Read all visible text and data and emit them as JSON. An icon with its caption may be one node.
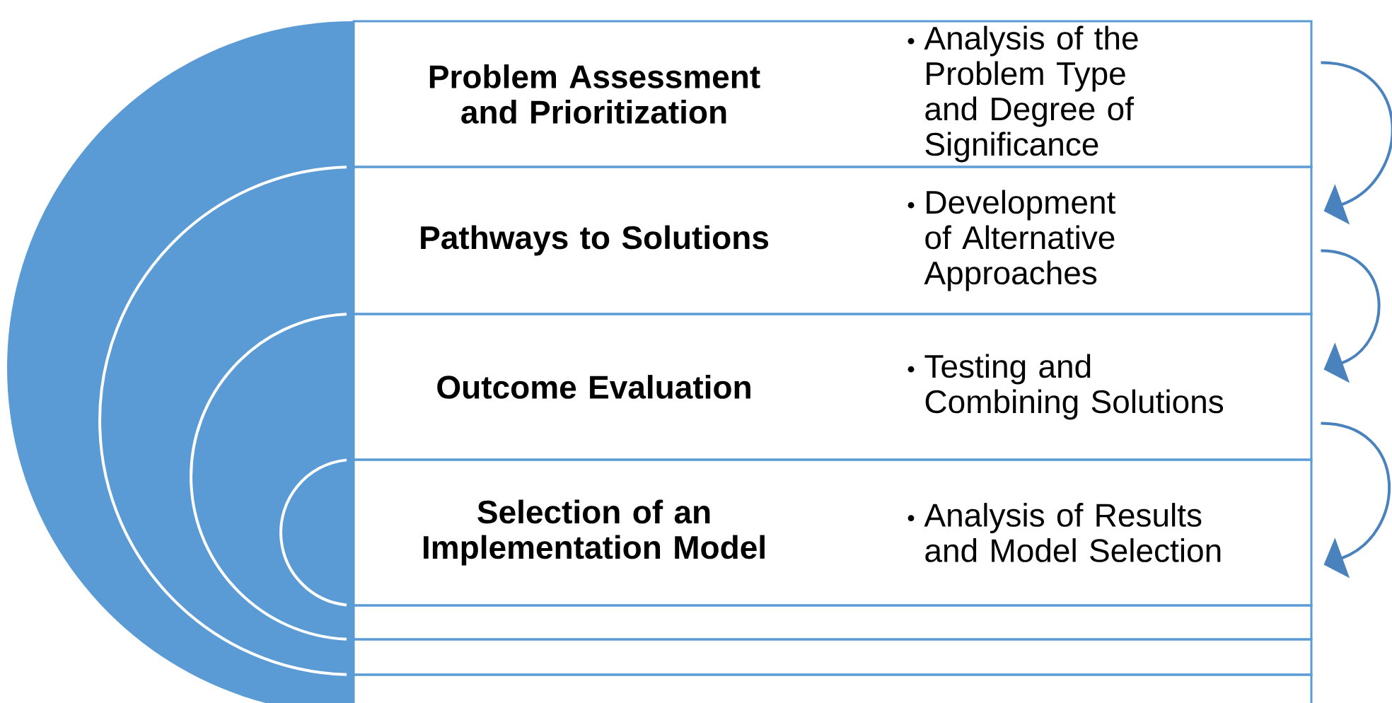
{
  "diagram": {
    "nodes": [
      {
        "text": [
          "Problem Assessment and Prioritization",
          "Analysis of the Problem Type and Degree of Significance"
        ]
      },
      {
        "text": [
          "Pathways to Solutions",
          "Development of Alternative Approaches"
        ]
      },
      {
        "text": [
          "Outcome Evaluation",
          "Testing and Combining Solutions"
        ]
      },
      {
        "text": [
          "Selection of an Implementation Model",
          "Analysis of Results and Model Selection"
        ]
      },
      {
        "text": [],
        "shape": "box"
      },
      {
        "text": [],
        "shape": "box"
      },
      {
        "text": [],
        "shape": "box"
      }
    ],
    "edges": [
      {
        "from": 0,
        "to": 1,
        "arrow": "to"
      },
      {
        "from": 1,
        "to": 2,
        "arrow": "to"
      },
      {
        "from": 2,
        "to": 3,
        "arrow": "to"
      }
    ]
  }
}
